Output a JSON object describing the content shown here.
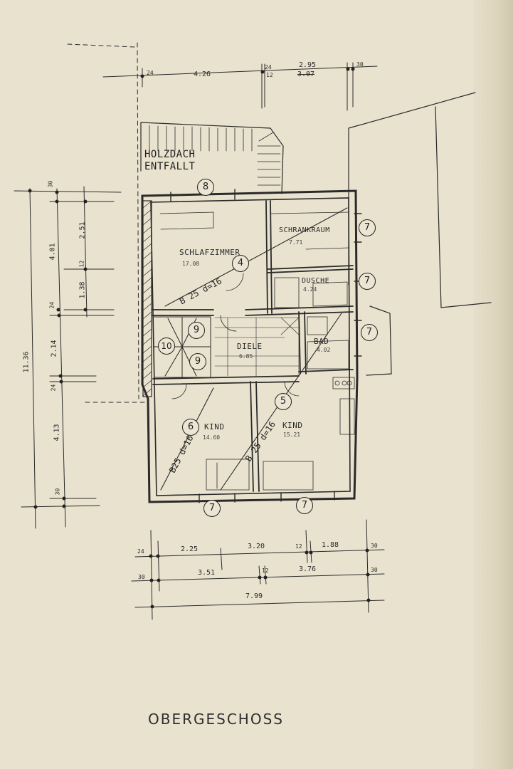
{
  "notes": {
    "roof_line1": "HOLZDACH",
    "roof_line2": "ENTFALLT"
  },
  "floor_title": "OBERGESCHOSS",
  "rooms": [
    {
      "name": "SCHLAFZIMMER",
      "area": "17.08"
    },
    {
      "name": "SCHRANKRAUM",
      "area": "7.71"
    },
    {
      "name": "DUSCHE",
      "area": "4.24"
    },
    {
      "name": "DIELE",
      "area": "6.85"
    },
    {
      "name": "BAD",
      "area": "4.02"
    },
    {
      "name": "KIND",
      "area": "14.60"
    },
    {
      "name": "KIND",
      "area": "15.21"
    }
  ],
  "markers": {
    "m8": "8",
    "m4": "4",
    "m5": "5",
    "m6": "6",
    "m7a": "7",
    "m7b": "7",
    "m7c": "7",
    "m7d": "7",
    "m7e": "7",
    "m9a": "9",
    "m9b": "9",
    "m10": "10"
  },
  "beams": {
    "b1": "B 25 d=16",
    "b2": "B 25 d=16",
    "b3": "B25 d=16"
  },
  "dims_top": {
    "d24a": "24",
    "d426": "4.26",
    "d24b": "24",
    "d12": "12",
    "d295": "2.95",
    "d307": "3.07",
    "d30": "30"
  },
  "dims_left": {
    "d1136": "11.36",
    "d30a": "30",
    "d401": "4.01",
    "d251": "2.51",
    "d12": "12",
    "d138": "1.38",
    "d24a": "24",
    "d214": "2.14",
    "d24b": "24",
    "d413": "4.13",
    "d30b": "30"
  },
  "dims_bottom": {
    "r1_24": "24",
    "r1_225": "2.25",
    "r1_320": "3.20",
    "r1_12": "12",
    "r1_188": "1.88",
    "r1_30": "30",
    "r2_30a": "30",
    "r2_351": "3.51",
    "r2_12": "12",
    "r2_376": "3.76",
    "r2_30b": "30",
    "r3_799": "7.99"
  }
}
